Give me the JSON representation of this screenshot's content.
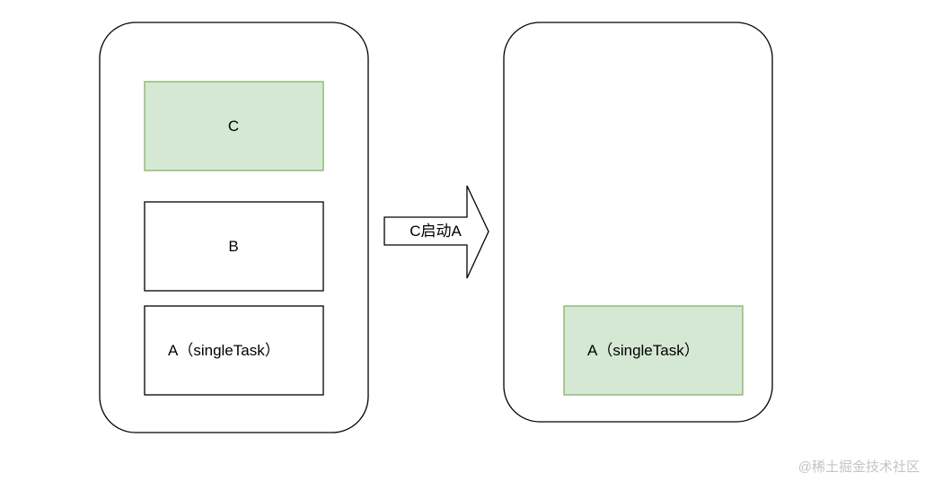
{
  "diagram": {
    "before_stack": {
      "items": [
        {
          "label": "C",
          "highlighted": true
        },
        {
          "label": "B",
          "highlighted": false
        },
        {
          "label": "A（singleTask）",
          "highlighted": false
        }
      ]
    },
    "arrow": {
      "label": "C启动A"
    },
    "after_stack": {
      "items": [
        {
          "label": "A（singleTask）",
          "highlighted": true
        }
      ]
    },
    "colors": {
      "highlight_fill": "#d5e8d4",
      "highlight_stroke": "#82b366",
      "stroke": "#000000"
    }
  },
  "watermark": "@稀土掘金技术社区"
}
